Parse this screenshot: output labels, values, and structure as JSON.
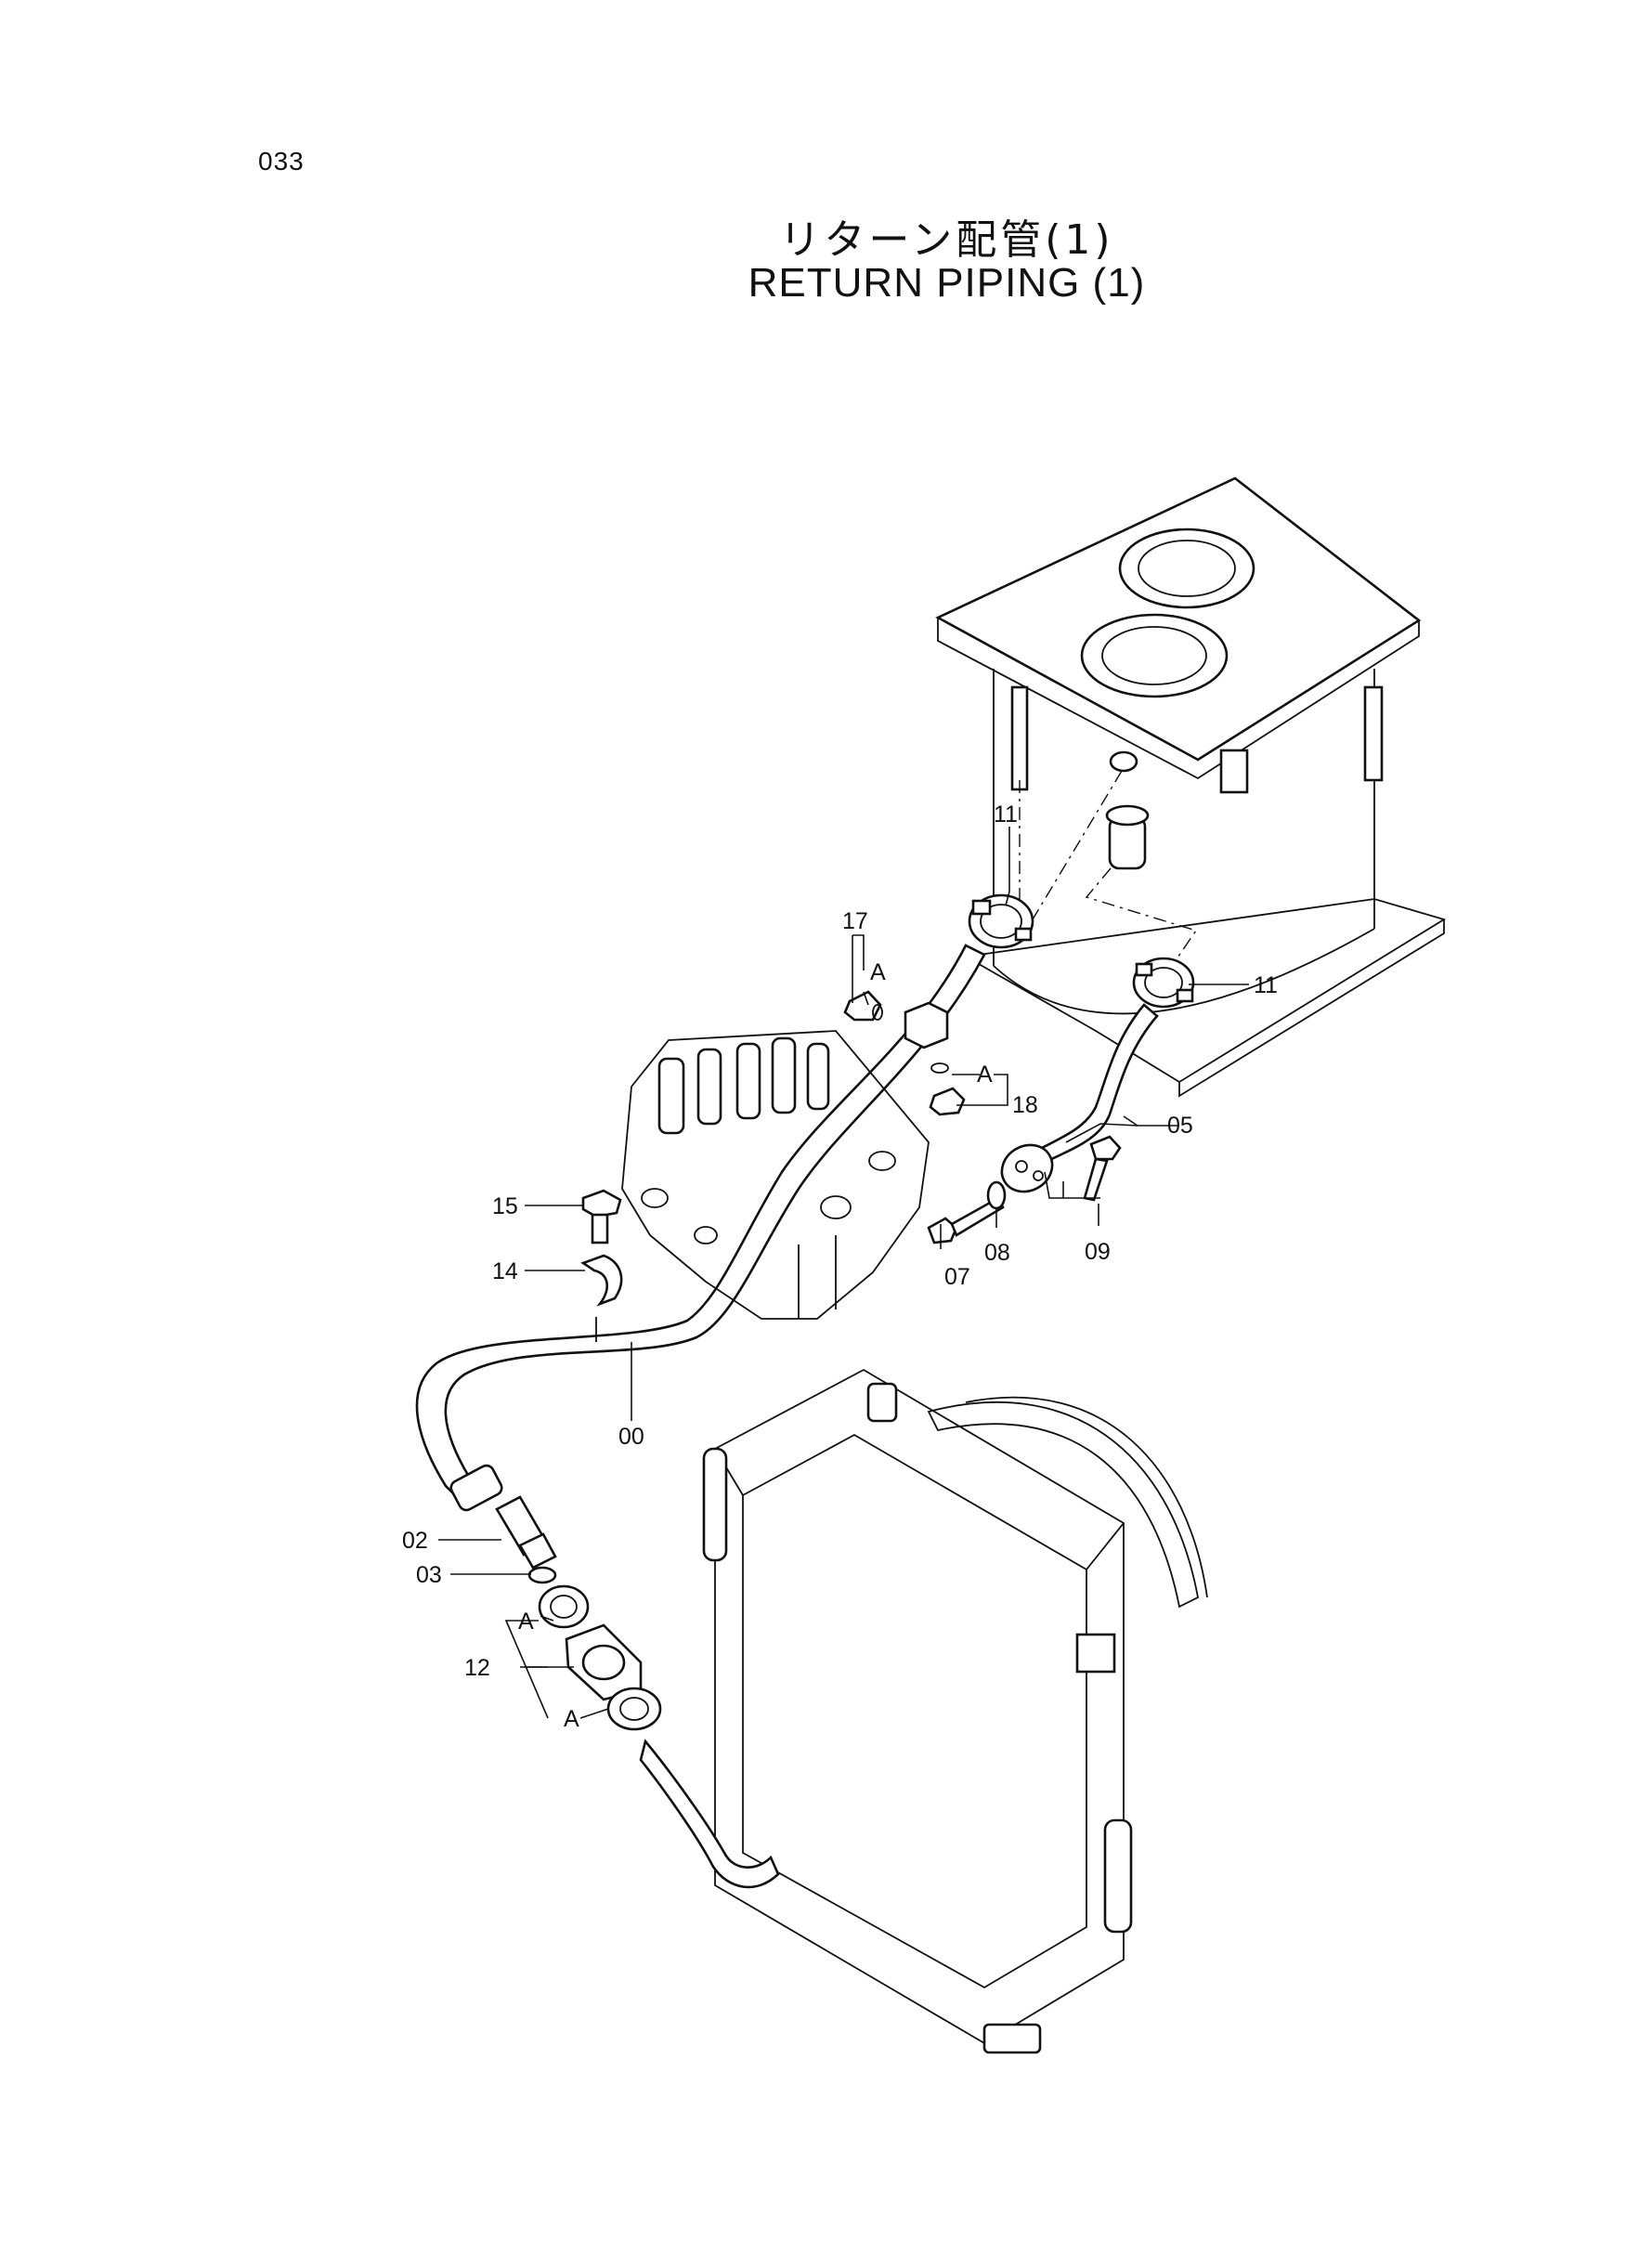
{
  "page_number": "033",
  "title_jp": "リターン配管(1)",
  "title_en": "RETURN  PIPING (1)",
  "callouts": [
    {
      "id": "c00",
      "text": "00"
    },
    {
      "id": "c02",
      "text": "02"
    },
    {
      "id": "c03",
      "text": "03"
    },
    {
      "id": "c05",
      "text": "05"
    },
    {
      "id": "c07",
      "text": "07"
    },
    {
      "id": "c08",
      "text": "08"
    },
    {
      "id": "c09",
      "text": "09"
    },
    {
      "id": "c11a",
      "text": "11"
    },
    {
      "id": "c11b",
      "text": "11"
    },
    {
      "id": "c12",
      "text": "12"
    },
    {
      "id": "c14",
      "text": "14"
    },
    {
      "id": "c15",
      "text": "15"
    },
    {
      "id": "c17",
      "text": "17"
    },
    {
      "id": "c18",
      "text": "18"
    }
  ],
  "ref_marks": {
    "a": "A"
  }
}
